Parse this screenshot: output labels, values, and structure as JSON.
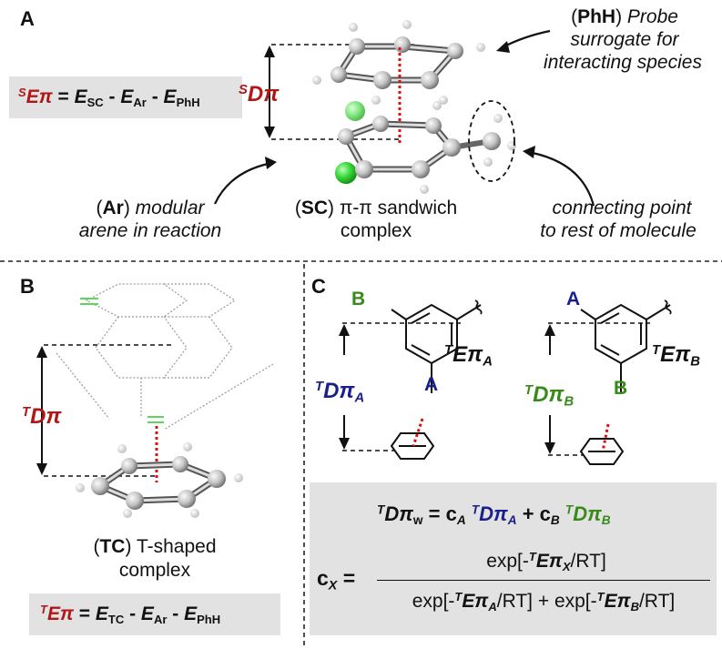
{
  "panels": {
    "a": "A",
    "b": "B",
    "c": "C"
  },
  "panel_a": {
    "eq_sup": "S",
    "eq_lhs": "Eπ",
    "eq_rhs": [
      {
        "t": "E",
        "s": "SC",
        "sep": " - "
      },
      {
        "t": "E",
        "s": "Ar",
        "sep": " - "
      },
      {
        "t": "E",
        "s": "PhH",
        "sep": ""
      }
    ],
    "dist_sup": "S",
    "dist_label": "Dπ",
    "phh_abbr": "PhH",
    "phh_text": [
      "Probe",
      "surrogate for",
      "interacting species"
    ],
    "ar_abbr": "Ar",
    "ar_text": [
      "modular",
      "arene in reaction"
    ],
    "sc_abbr": "SC",
    "sc_text": [
      "π-π sandwich",
      "complex"
    ],
    "connect_text": [
      "connecting point",
      "to rest of molecule"
    ]
  },
  "panel_b": {
    "dist_sup": "T",
    "dist_label": "Dπ",
    "tc_abbr": "TC",
    "tc_text": [
      "T-shaped",
      "complex"
    ],
    "eq_sup": "T",
    "eq_lhs": "Eπ",
    "eq_rhs": [
      {
        "t": "E",
        "s": "TC",
        "sep": " - "
      },
      {
        "t": "E",
        "s": "Ar",
        "sep": " - "
      },
      {
        "t": "E",
        "s": "PhH",
        "sep": ""
      }
    ]
  },
  "panel_c": {
    "left": {
      "top_sub": "B",
      "bottom_sub": "A",
      "dist_sup": "T",
      "dist": "Dπ",
      "dist_sub": "A",
      "energy_sup": "T",
      "energy": "Eπ",
      "energy_sub": "A"
    },
    "right": {
      "top_sub": "A",
      "bottom_sub": "B",
      "dist_sup": "T",
      "dist": "Dπ",
      "dist_sub": "B",
      "energy_sup": "T",
      "energy": "Eπ",
      "energy_sub": "B"
    },
    "weighted": {
      "sup": "T",
      "lhs": "Dπ",
      "lhs_sub": "w",
      "c": "c",
      "ca_sub": "A",
      "cb_sub": "B",
      "plus": "+",
      "equals": "="
    },
    "cx": {
      "c": "c",
      "sub": "X",
      "equals": "=",
      "num_pre": "exp[-",
      "num_sup": "T",
      "num_e": "Eπ",
      "num_sub": "X",
      "num_post": "/RT]",
      "den_pre1": "exp[-",
      "den_sup": "T",
      "den_e1": "Eπ",
      "den_sub1": "A",
      "den_mid": "/RT] + exp[-",
      "den_e2": "Eπ",
      "den_sub2": "B",
      "den_post": "/RT]"
    }
  },
  "colors": {
    "red": "#b01818",
    "blue": "#1a1f8c",
    "green": "#3a8a1a",
    "box": "#e2e2e2"
  }
}
